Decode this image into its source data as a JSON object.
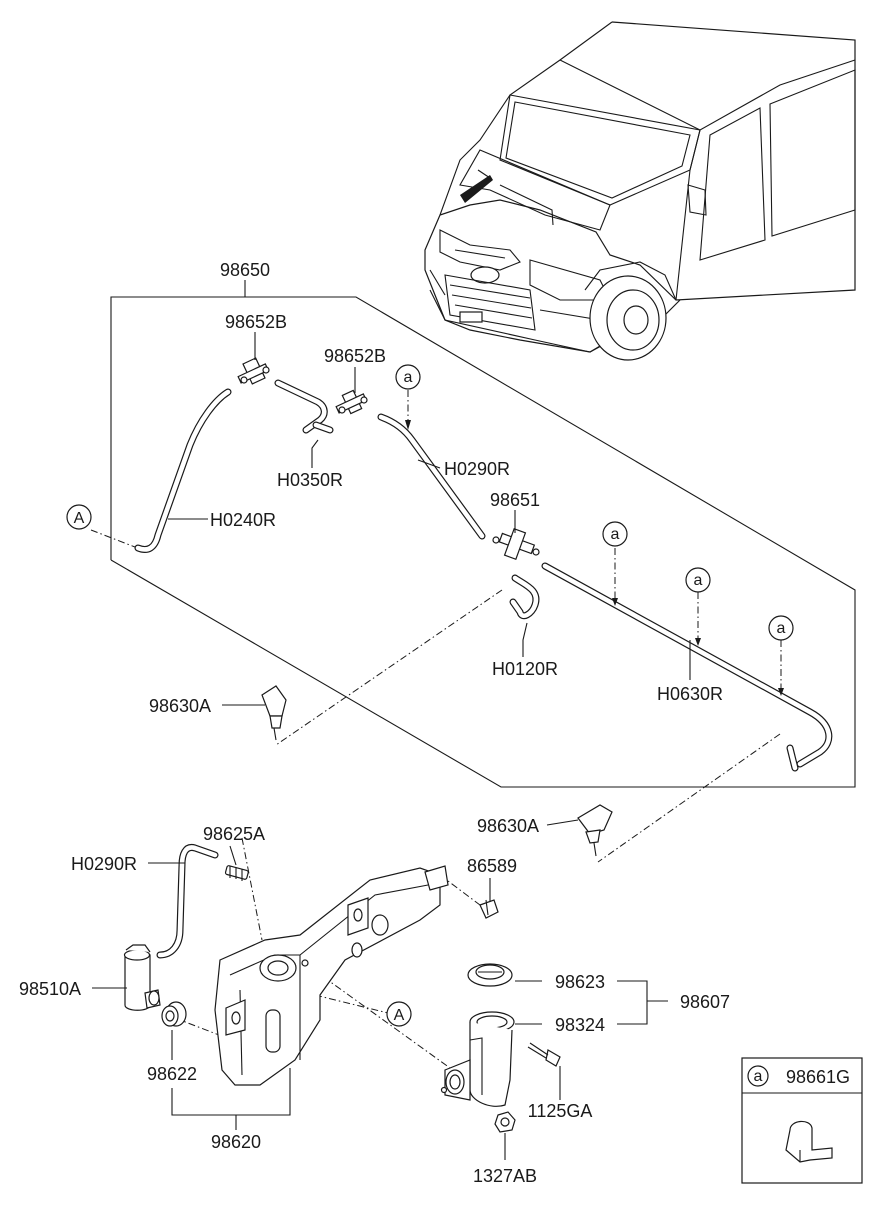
{
  "labels": {
    "l98650": "98650",
    "l98652b_1": "98652B",
    "l98652b_2": "98652B",
    "lh0350r": "H0350R",
    "lh0290r_top": "H0290R",
    "lh0240r": "H0240R",
    "l98651": "98651",
    "lh0120r": "H0120R",
    "lh0630r": "H0630R",
    "l98630a_1": "98630A",
    "l98630a_2": "98630A",
    "l98625a": "98625A",
    "lh0290r_bot": "H0290R",
    "l86589": "86589",
    "l98510a": "98510A",
    "l98623": "98623",
    "l98607": "98607",
    "l98324": "98324",
    "l98622": "98622",
    "l1125ga": "1125GA",
    "l98620": "98620",
    "l1327ab": "1327AB",
    "l98661g": "98661G"
  },
  "markers": {
    "ref_A": "A",
    "ref_a": "a"
  }
}
